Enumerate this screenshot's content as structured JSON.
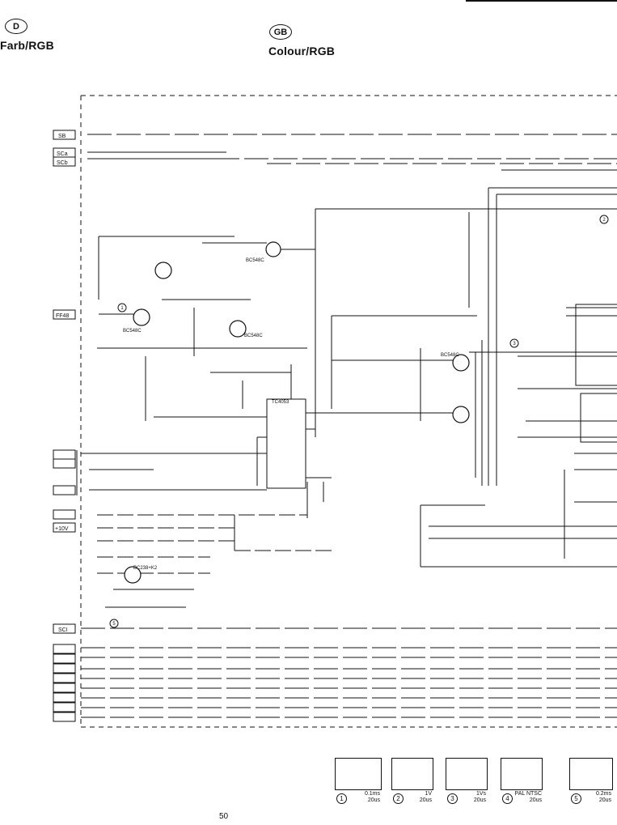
{
  "header": {
    "left_badge": "D",
    "left_title": "Farb/RGB",
    "right_badge": "GB",
    "right_title": "Colour/RGB"
  },
  "terminals": [
    "SB",
    "SCa",
    "SCb",
    "FF48",
    "",
    "",
    "",
    "",
    "",
    "+10V",
    "SCI",
    "",
    "",
    "",
    "",
    "",
    "",
    "",
    ""
  ],
  "components": {
    "transistor_1": "BC548C",
    "transistor_2": "BC548C",
    "transistor_3": "BC548C",
    "transistor_4": "BC548C",
    "transistor_5": "BC238+K2",
    "ic_1": "TC4053"
  },
  "markers": [
    "1",
    "2",
    "3",
    "4",
    "5"
  ],
  "page_number": "50",
  "oscillograms": [
    {
      "no": "1",
      "line1": "0.1ms",
      "line2": "20us"
    },
    {
      "no": "2",
      "line1": "1V",
      "line2": "20us"
    },
    {
      "no": "3",
      "line1": "1Vs",
      "line2": "20us"
    },
    {
      "no": "4",
      "line1": "PAL NTSC",
      "line2": "20us"
    },
    {
      "no": "5",
      "line1": "0.2ms",
      "line2": "20us"
    }
  ]
}
